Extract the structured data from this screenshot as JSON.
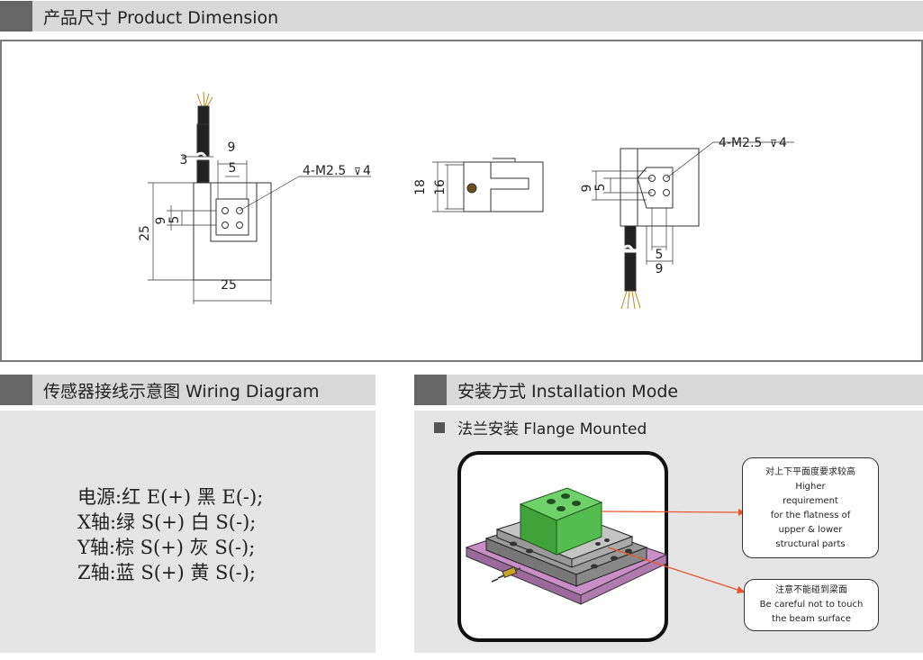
{
  "sections": {
    "dimension_title": "产品尺寸 Product Dimension",
    "wiring_title": "传感器接线示意图 Wiring Diagram",
    "install_title": "安装方式 Installation Mode"
  },
  "dimension": {
    "front": {
      "width": "25",
      "height": "25",
      "slot_w": "9",
      "slot_inner": "5",
      "cable_offset": "3",
      "hole_spec": "4-M2.5",
      "hole_depth": "4",
      "side_9": "9",
      "side_5": "5"
    },
    "side": {
      "h18": "18",
      "h16": "16"
    },
    "back": {
      "hole_spec": "4-M2.5",
      "hole_depth": "4",
      "side_9": "9",
      "side_5": "5",
      "bottom_5": "5",
      "bottom_9": "9"
    }
  },
  "wiring": {
    "lines": [
      "电源:红 E(+) 黑 E(-);",
      "X轴:绿 S(+) 白 S(-);",
      "Y轴:棕 S(+) 灰 S(-);",
      "Z轴:蓝 S(+) 黄 S(-);"
    ]
  },
  "installation": {
    "mode_label": "法兰安装 Flange Mounted",
    "callout1": {
      "zh": "对上下平面度要求较高",
      "l1": "Higher",
      "l2": "requirement",
      "l3": "for the flatness of",
      "l4": "upper & lower",
      "l5": "structural parts"
    },
    "callout2": {
      "zh": "注意不能碰到梁面",
      "l1": "Be careful not to touch",
      "l2": "the beam surface"
    }
  }
}
